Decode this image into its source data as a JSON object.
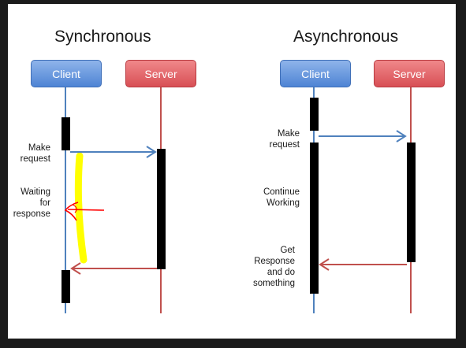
{
  "sync": {
    "title": "Synchronous",
    "client_label": "Client",
    "server_label": "Server",
    "make_request": "Make\nrequest",
    "waiting": "Waiting\nfor\nresponse"
  },
  "async": {
    "title": "Asynchronous",
    "client_label": "Client",
    "server_label": "Server",
    "make_request": "Make\nrequest",
    "continue_working": "Continue\nWorking",
    "get_response": "Get\nResponse\nand do\nsomething"
  },
  "colors": {
    "client_line": "#4f81bd",
    "server_line": "#c0504d",
    "activation": "#000000",
    "highlight": "#ffff00",
    "annotation": "#ff0000"
  }
}
